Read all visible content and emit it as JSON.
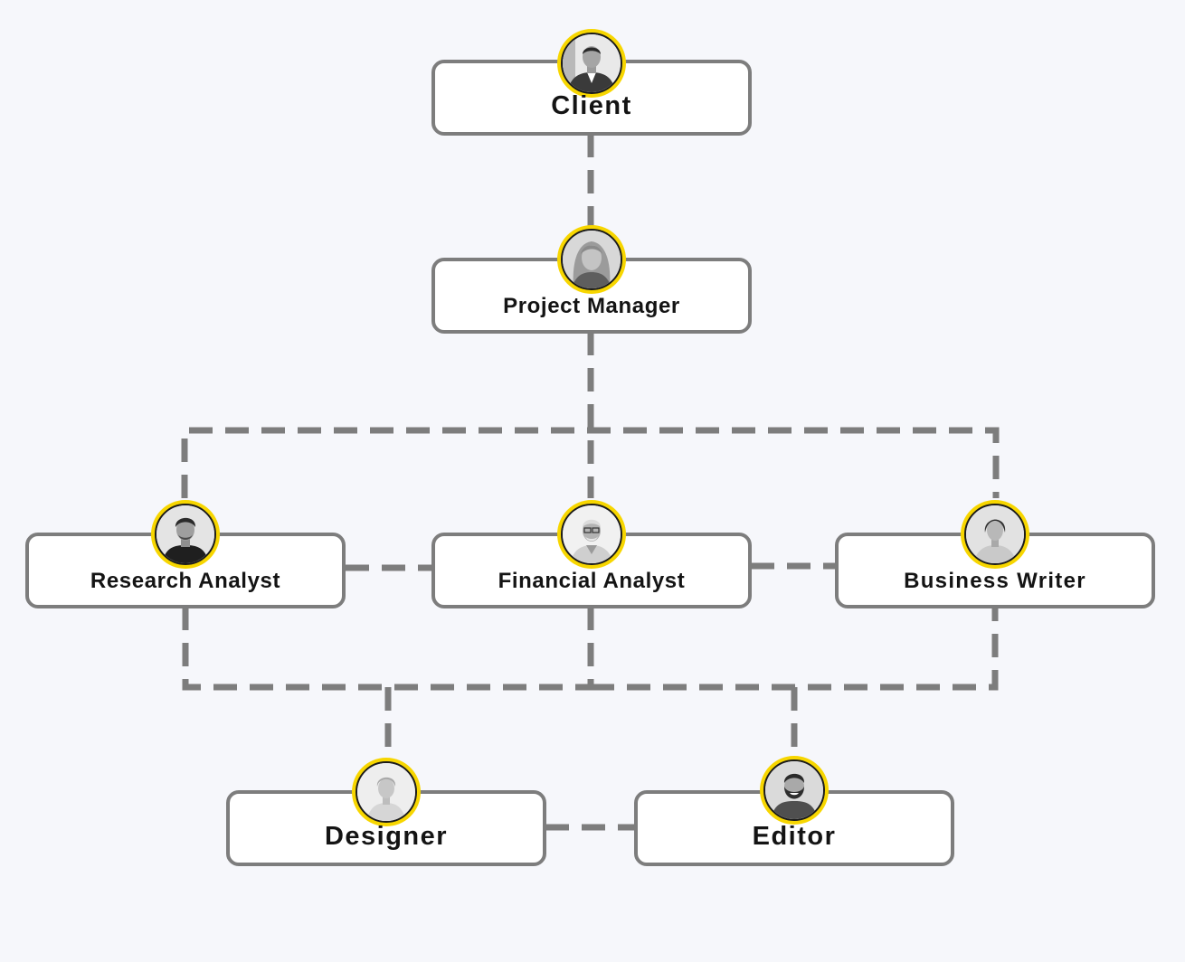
{
  "diagram": {
    "colors": {
      "background": "#f6f7fb",
      "box_fill": "#ffffff",
      "box_border": "#7d7d7d",
      "connector": "#7d7d7d",
      "avatar_ring": "#f7d600",
      "text": "#141414"
    },
    "nodes": [
      {
        "id": "client",
        "label": "Client",
        "avatar": "client-photo-icon"
      },
      {
        "id": "project-manager",
        "label": "Project Manager",
        "avatar": "project-manager-photo-icon"
      },
      {
        "id": "research-analyst",
        "label": "Research Analyst",
        "avatar": "research-analyst-photo-icon"
      },
      {
        "id": "financial-analyst",
        "label": "Financial Analyst",
        "avatar": "financial-analyst-photo-icon"
      },
      {
        "id": "business-writer",
        "label": "Business Writer",
        "avatar": "business-writer-photo-icon"
      },
      {
        "id": "designer",
        "label": "Designer",
        "avatar": "designer-photo-icon"
      },
      {
        "id": "editor",
        "label": "Editor",
        "avatar": "editor-photo-icon"
      }
    ],
    "edges": [
      [
        "client",
        "project-manager"
      ],
      [
        "project-manager",
        "research-analyst"
      ],
      [
        "project-manager",
        "financial-analyst"
      ],
      [
        "project-manager",
        "business-writer"
      ],
      [
        "research-analyst",
        "financial-analyst"
      ],
      [
        "financial-analyst",
        "business-writer"
      ],
      [
        "research-analyst",
        "designer"
      ],
      [
        "financial-analyst",
        "designer"
      ],
      [
        "business-writer",
        "editor"
      ],
      [
        "designer",
        "editor"
      ]
    ],
    "edge_style": "dashed"
  }
}
